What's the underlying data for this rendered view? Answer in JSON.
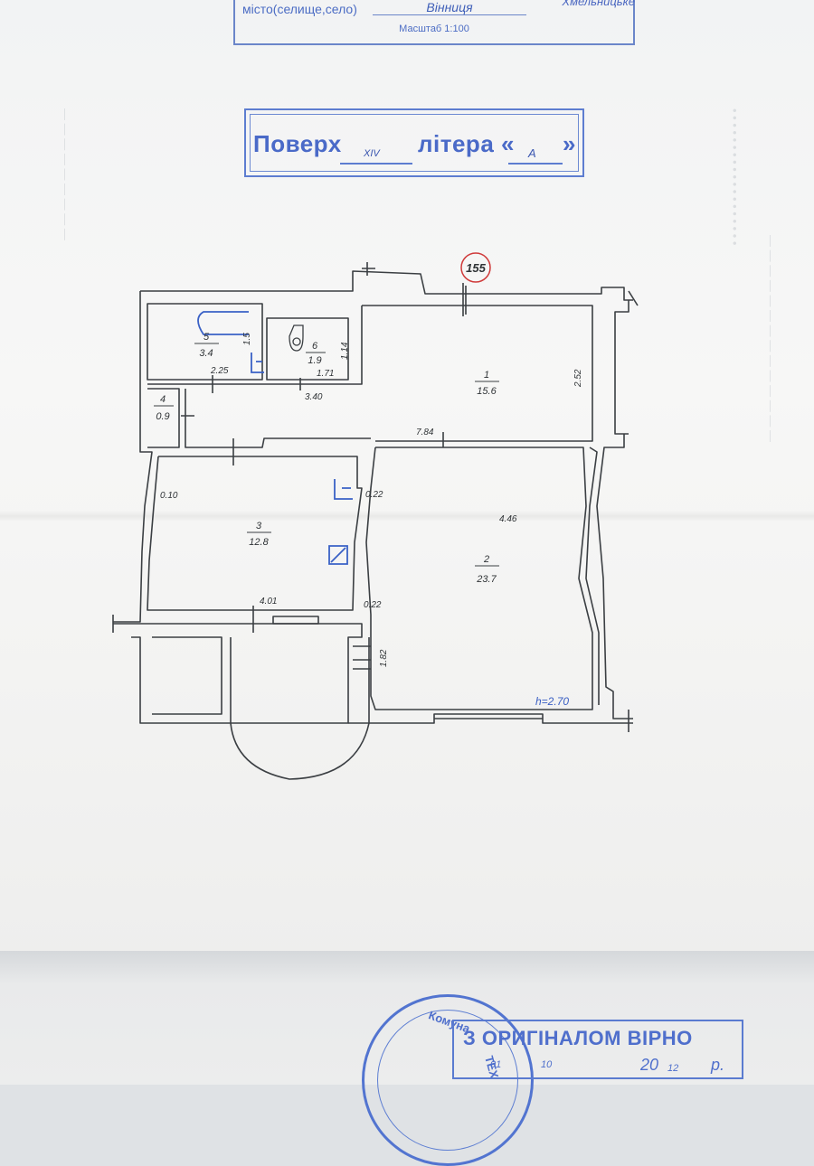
{
  "header_stamp": {
    "settlement_label": "місто(селище,село)",
    "settlement_value": "Вінниця",
    "scale": "Масштаб 1:100",
    "cut_text": "Хмельницьке"
  },
  "floor_stamp": {
    "floor_label": "Поверх",
    "floor_value": "XIV",
    "letter_label": "літера «",
    "letter_value": "А",
    "letter_close": "»"
  },
  "plan": {
    "number": "155",
    "rooms": [
      {
        "num": "1",
        "area": "15.6"
      },
      {
        "num": "2",
        "area": "23.7"
      },
      {
        "num": "3",
        "area": "12.8"
      },
      {
        "num": "4",
        "area": "0.9"
      },
      {
        "num": "5",
        "area": "3.4"
      },
      {
        "num": "6",
        "area": "1.9"
      }
    ],
    "dims": {
      "d_2_25": "2.25",
      "d_1_71": "1.71",
      "d_3_40": "3.40",
      "d_7_84": "7.84",
      "d_2_52": "2.52",
      "d_1_14": "1.14",
      "d_1_5": "1.5",
      "d_0_10": "0.10",
      "d_0_22a": "0.22",
      "d_0_22b": "0.22",
      "d_4_46": "4.46",
      "d_4_01": "4.01",
      "d_1_82": "1.82"
    },
    "height": "h=2.70"
  },
  "certify_stamp": {
    "title": "З ОРИГІНАЛОМ ВІРНО",
    "day": "01",
    "month": "10",
    "year_prefix": "20",
    "year_suffix": "12",
    "year_letter": "р."
  },
  "seal_text": {
    "word1": "Комуна",
    "word2": "ТЕХ"
  }
}
